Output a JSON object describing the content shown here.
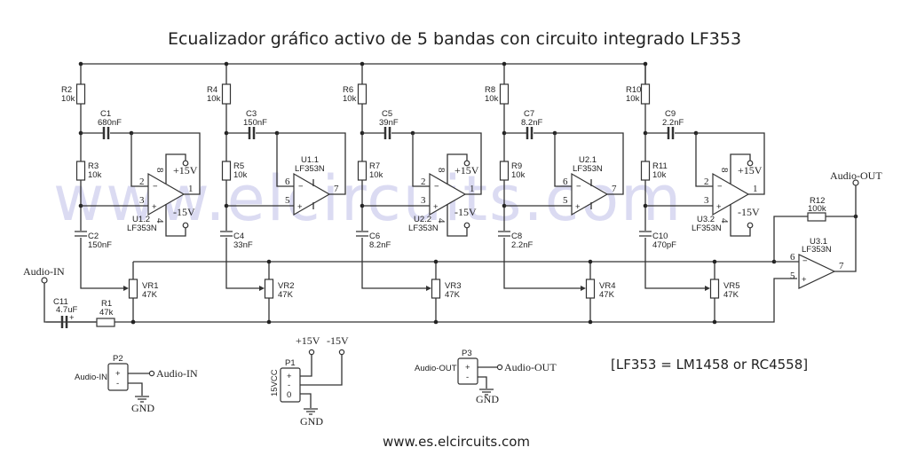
{
  "title": "Ecualizador gráfico activo de 5 bandas con circuito integrado LF353",
  "watermark": "www.elcircuits.com",
  "footer_url": "www.es.elcircuits.com",
  "note": "[LF353 = LM1458 or RC4558]",
  "supply": {
    "pos": "+15V",
    "neg": "-15V"
  },
  "bands": [
    {
      "r_top": "R2",
      "r_top_val": "10k",
      "c_fb": "C1",
      "c_fb_val": "680nF",
      "r_mid": "R3",
      "r_mid_val": "10k",
      "c_gnd": "C2",
      "c_gnd_val": "150nF",
      "opamp": "U1.2",
      "opamp_type": "LF353N",
      "pin_inv": "2",
      "pin_noninv": "3",
      "pin_out": "1",
      "pin_vcc": "8",
      "pin_vee": "4",
      "pot": "VR1",
      "pot_val": "47K",
      "powered": true
    },
    {
      "r_top": "R4",
      "r_top_val": "10k",
      "c_fb": "C3",
      "c_fb_val": "150nF",
      "r_mid": "R5",
      "r_mid_val": "10k",
      "c_gnd": "C4",
      "c_gnd_val": "33nF",
      "opamp": "U1.1",
      "opamp_type": "LF353N",
      "pin_inv": "6",
      "pin_noninv": "5",
      "pin_out": "7",
      "pot": "VR2",
      "pot_val": "47K",
      "powered": false
    },
    {
      "r_top": "R6",
      "r_top_val": "10k",
      "c_fb": "C5",
      "c_fb_val": "39nF",
      "r_mid": "R7",
      "r_mid_val": "10k",
      "c_gnd": "C6",
      "c_gnd_val": "8.2nF",
      "opamp": "U2.2",
      "opamp_type": "LF353N",
      "pin_inv": "2",
      "pin_noninv": "3",
      "pin_out": "1",
      "pin_vcc": "8",
      "pin_vee": "4",
      "pot": "VR3",
      "pot_val": "47K",
      "powered": true
    },
    {
      "r_top": "R8",
      "r_top_val": "10k",
      "c_fb": "C7",
      "c_fb_val": "8.2nF",
      "r_mid": "R9",
      "r_mid_val": "10k",
      "c_gnd": "C8",
      "c_gnd_val": "2.2nF",
      "opamp": "U2.1",
      "opamp_type": "LF353N",
      "pin_inv": "6",
      "pin_noninv": "5",
      "pin_out": "7",
      "pot": "VR4",
      "pot_val": "47K",
      "powered": false
    },
    {
      "r_top": "R10",
      "r_top_val": "10k",
      "c_fb": "C9",
      "c_fb_val": "2.2nF",
      "r_mid": "R11",
      "r_mid_val": "10k",
      "c_gnd": "C10",
      "c_gnd_val": "470pF",
      "opamp": "U3.2",
      "opamp_type": "LF353N",
      "pin_inv": "2",
      "pin_noninv": "3",
      "pin_out": "1",
      "pin_vcc": "8",
      "pin_vee": "4",
      "pot": "VR5",
      "pot_val": "47K",
      "powered": true
    }
  ],
  "input": {
    "label": "Audio-IN",
    "cap": "C11",
    "cap_val": "4.7uF",
    "cap_polarity": "+",
    "res": "R1",
    "res_val": "47k"
  },
  "output_stage": {
    "opamp": "U3.1",
    "opamp_type": "LF353N",
    "pin_inv": "6",
    "pin_noninv": "5",
    "pin_out": "7",
    "res": "R12",
    "res_val": "100k",
    "label": "Audio-OUT"
  },
  "connectors": {
    "p2": {
      "ref": "P2",
      "side_label": "Audio-IN",
      "pins": [
        "+",
        "-"
      ],
      "net": "Audio-IN",
      "gnd": "GND"
    },
    "p1": {
      "ref": "P1",
      "side_label": "15VCC",
      "pins": [
        "+",
        "-",
        "0"
      ],
      "net_pos": "+15V",
      "net_neg": "-15V",
      "gnd": "GND"
    },
    "p3": {
      "ref": "P3",
      "side_label": "Audio-OUT",
      "pins": [
        "+",
        "-"
      ],
      "net": "Audio-OUT",
      "gnd": "GND"
    }
  }
}
